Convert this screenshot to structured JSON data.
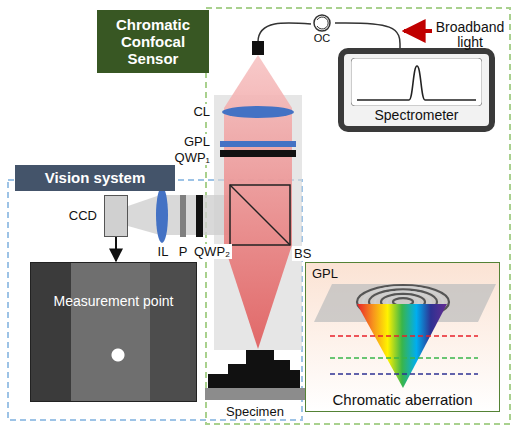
{
  "diagram": {
    "nodes": [
      {
        "text": [
          "Chromatic Confocal Sensor"
        ]
      },
      {
        "text": [
          "OC"
        ]
      },
      {
        "text": [
          "Spectrometer"
        ]
      },
      {
        "text": [
          "Vision system"
        ]
      },
      {
        "text": [
          "CCD"
        ]
      },
      {
        "text": [
          "Measurement point"
        ]
      },
      {
        "text": [
          "GPL",
          "Chromatic aberration"
        ]
      }
    ],
    "edges": [
      {
        "from": 1,
        "to": 2,
        "arrow": "none"
      },
      {
        "from": 4,
        "to": 5,
        "arrow": "to"
      }
    ],
    "labels": [
      "Broadband light",
      "CL",
      "GPL",
      "QWP₁",
      "IL",
      "P",
      "QWP₂",
      "BS",
      "Specimen"
    ]
  }
}
